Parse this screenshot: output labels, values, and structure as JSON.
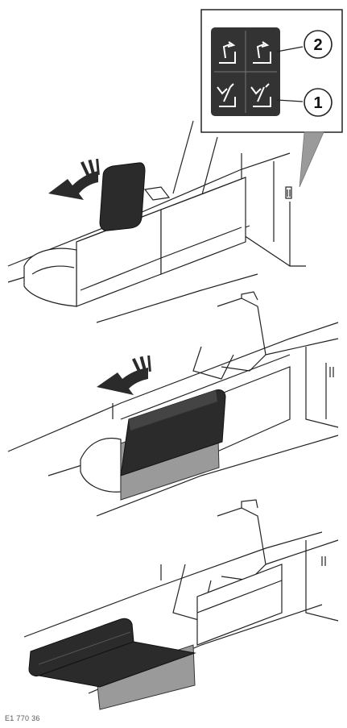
{
  "callouts": [
    {
      "label": "2"
    },
    {
      "label": "1"
    }
  ],
  "figure_code": "E1 770 36",
  "colors": {
    "line": "#222222",
    "panel_dark": "#2b2b2b",
    "panel_grey": "#9a9a9a",
    "pad_dark": "#333333"
  },
  "icons": [
    "seatback-fold-icon",
    "seatback-raise-icon",
    "seat-fold-icon",
    "seat-fold-icon"
  ]
}
